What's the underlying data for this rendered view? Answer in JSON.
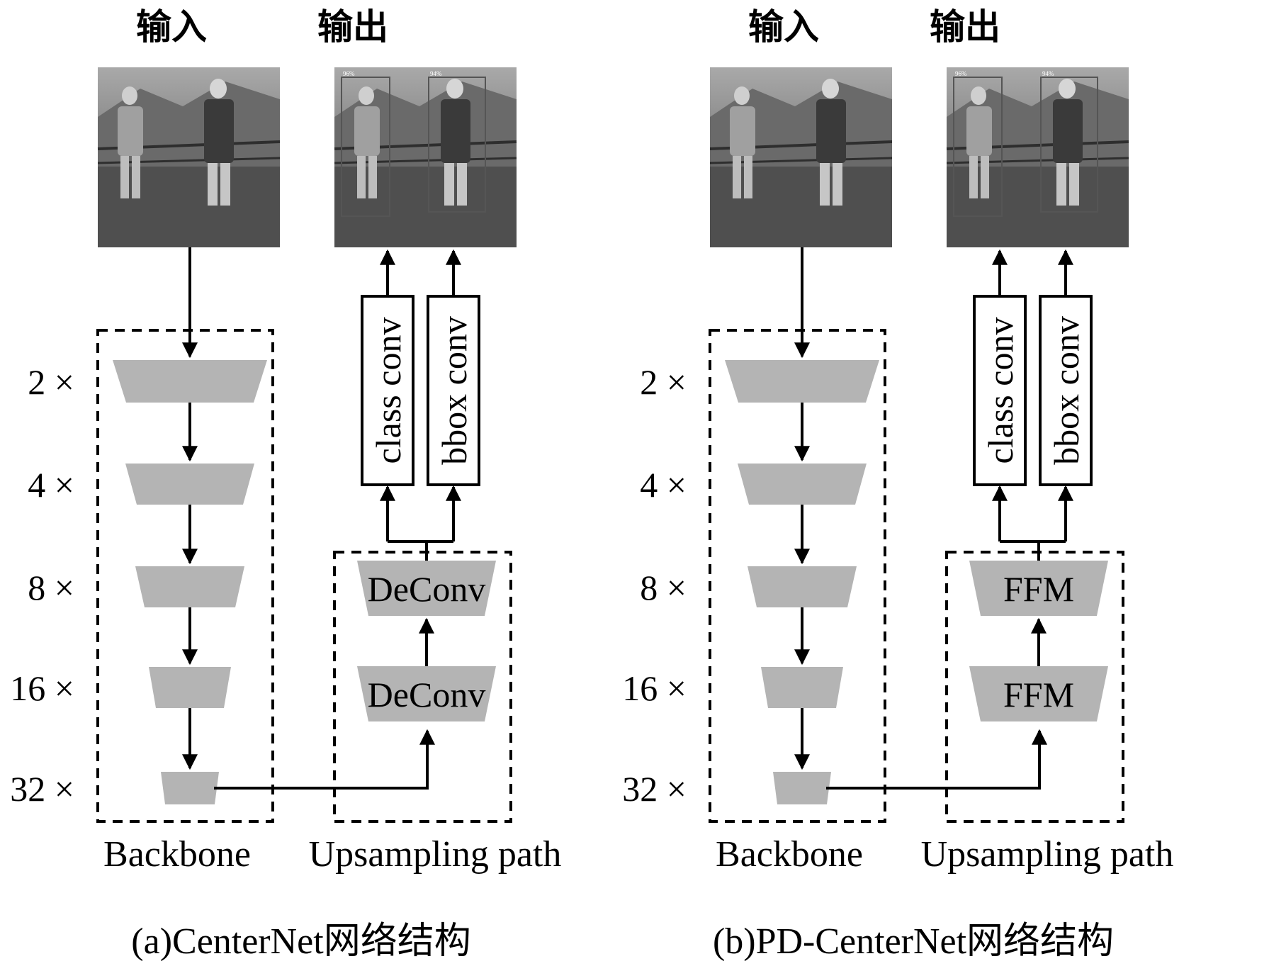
{
  "panels": [
    {
      "input_label": "输入",
      "output_label": "输出",
      "scales": [
        "2 ×",
        "4 ×",
        "8 ×",
        "16 ×",
        "32 ×"
      ],
      "head_labels": [
        "class conv",
        "bbox conv"
      ],
      "upsample_labels": [
        "DeConv",
        "DeConv"
      ],
      "backbone_label": "Backbone",
      "upsampling_label": "Upsampling path",
      "caption": "(a)CenterNet网络结构",
      "detections": [
        "96%",
        "94%"
      ]
    },
    {
      "input_label": "输入",
      "output_label": "输出",
      "scales": [
        "2 ×",
        "4 ×",
        "8 ×",
        "16 ×",
        "32 ×"
      ],
      "head_labels": [
        "class conv",
        "bbox conv"
      ],
      "upsample_labels": [
        "FFM",
        "FFM"
      ],
      "backbone_label": "Backbone",
      "upsampling_label": "Upsampling path",
      "caption": "(b)PD-CenterNet网络结构",
      "detections": [
        "96%",
        "94%"
      ]
    }
  ],
  "colors": {
    "block": "#b4b4b4",
    "line": "#000000",
    "photo": "#7a7a7a"
  }
}
